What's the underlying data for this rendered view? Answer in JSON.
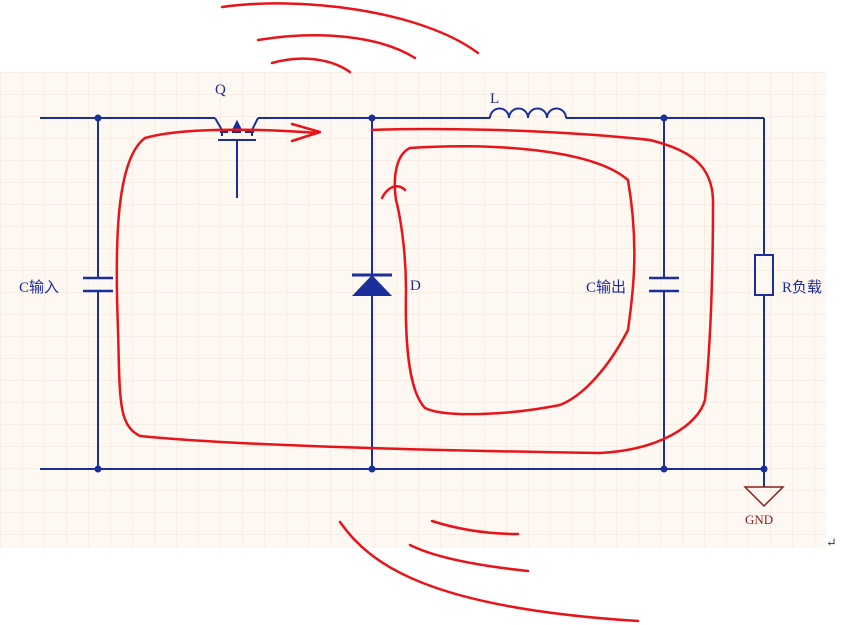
{
  "labels": {
    "q": "Q",
    "l": "L",
    "c_in": "C输入",
    "d": "D",
    "c_out": "C输出",
    "r_load": "R负载",
    "gnd": "GND"
  },
  "colors": {
    "wire": "#1a2f9c",
    "annotation": "#e8141a",
    "grid": "#efe3d5",
    "background": "#fdf8f2",
    "gnd_text": "#8a1c1c"
  },
  "icons": {
    "return_mark": "carriage-return-icon"
  }
}
